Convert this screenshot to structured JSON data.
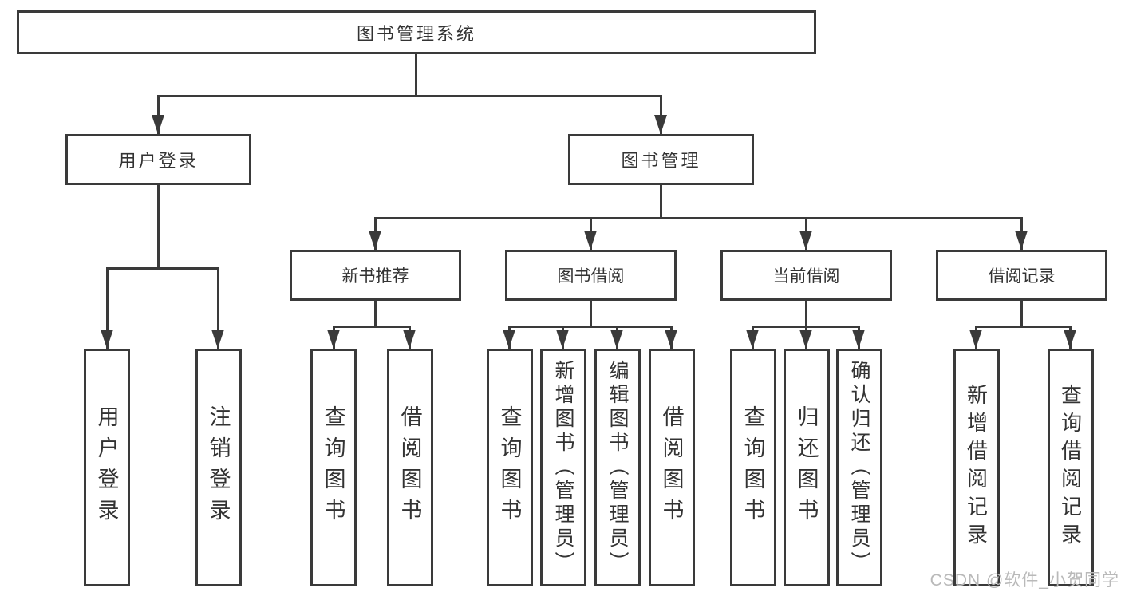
{
  "tree": {
    "root": "图书管理系统",
    "children": [
      {
        "label": "用户登录",
        "children": [
          "用户登录",
          "注销登录"
        ]
      },
      {
        "label": "图书管理",
        "children": [
          {
            "label": "新书推荐",
            "children": [
              "查询图书",
              "借阅图书"
            ]
          },
          {
            "label": "图书借阅",
            "children": [
              "查询图书",
              "新增图书（管理员）",
              "编辑图书（管理员）",
              "借阅图书"
            ]
          },
          {
            "label": "当前借阅",
            "children": [
              "查询图书",
              "归还图书",
              "确认归还（管理员）"
            ]
          },
          {
            "label": "借阅记录",
            "children": [
              "新增借阅记录",
              "查询借阅记录"
            ]
          }
        ]
      }
    ]
  },
  "watermark": "CSDN @软件_小贺同学",
  "colors": {
    "line": "#3a3a3a",
    "text": "#333333",
    "background": "#ffffff",
    "watermark": "#b9b9b9"
  }
}
